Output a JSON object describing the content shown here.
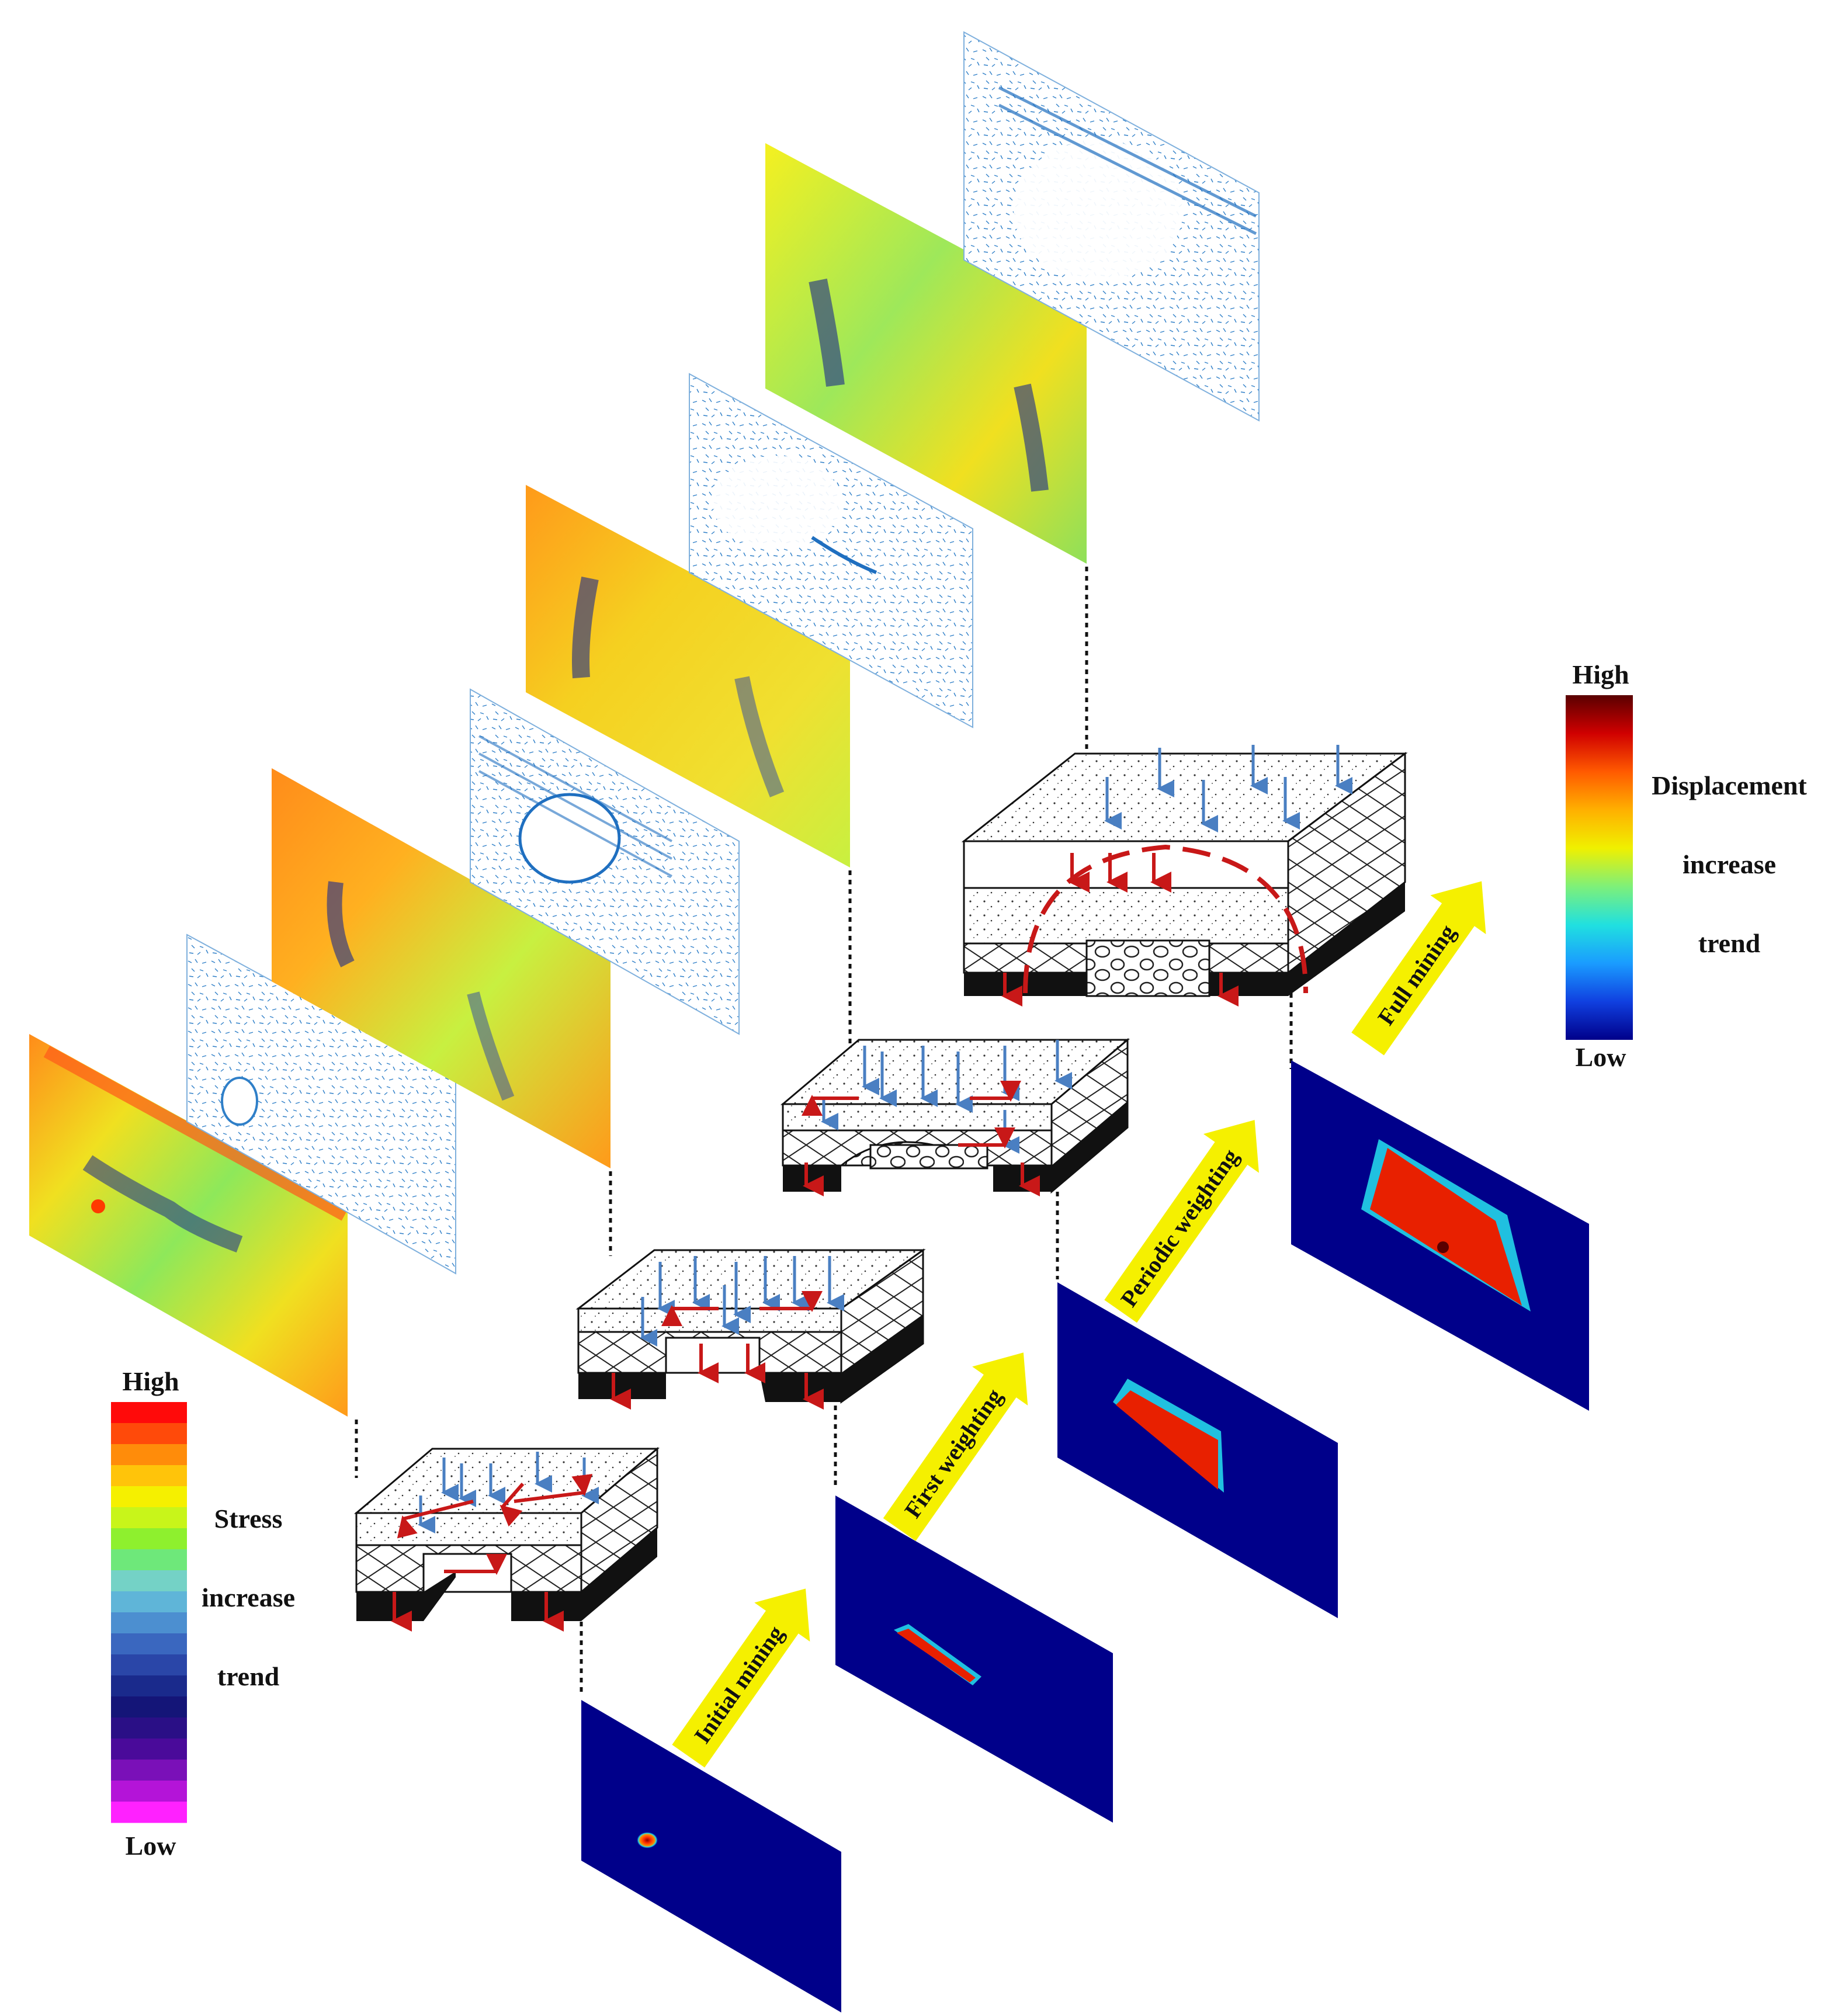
{
  "stress_legend": {
    "high": "High",
    "low": "Low",
    "caption": [
      "Stress",
      "increase",
      "trend"
    ],
    "colors": [
      "#ff0a0a",
      "#ff4a0a",
      "#ff8c0a",
      "#ffc40a",
      "#f5f000",
      "#c8f51a",
      "#8ef02e",
      "#6ee87a",
      "#74d2c6",
      "#5fb5d8",
      "#4c8fd0",
      "#3a67bf",
      "#2a46a8",
      "#1a2a8c",
      "#141578",
      "#2a0f86",
      "#4a0a9a",
      "#7a10b8",
      "#b414d8",
      "#ff21ff"
    ]
  },
  "displacement_legend": {
    "high": "High",
    "low": "Low",
    "caption": [
      "Displacement",
      "increase",
      "trend"
    ],
    "colors": [
      "#5a0000",
      "#d00000",
      "#ff5a00",
      "#ffb000",
      "#f0f000",
      "#7df07a",
      "#20e0e0",
      "#1a9cff",
      "#1040e0",
      "#00008a"
    ]
  },
  "stages": [
    {
      "label": "Initial mining"
    },
    {
      "label": "First weighting"
    },
    {
      "label": "Periodic weighting"
    },
    {
      "label": "Full mining"
    }
  ]
}
